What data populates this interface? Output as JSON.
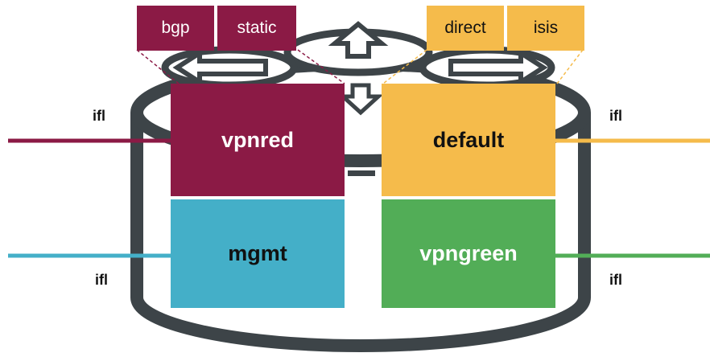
{
  "routing_tables": {
    "vpnred": "vpnred",
    "default": "default",
    "mgmt": "mgmt",
    "vpngreen": "vpngreen"
  },
  "protocols": {
    "bgp": "bgp",
    "static": "static",
    "direct": "direct",
    "isis": "isis"
  },
  "interfaces": {
    "left_top": "ifl",
    "right_top": "ifl",
    "left_bottom": "ifl",
    "right_bottom": "ifl"
  },
  "colors": {
    "vpnred": "#8b1a45",
    "default": "#f5bb4b",
    "mgmt": "#44afc8",
    "vpngreen": "#52ad57",
    "outline": "#3d4448"
  },
  "icons": [
    "router-icon",
    "up-arrow-icon",
    "left-arrow-icon",
    "right-arrow-icon",
    "down-arrow-icon",
    "equals-icon"
  ]
}
